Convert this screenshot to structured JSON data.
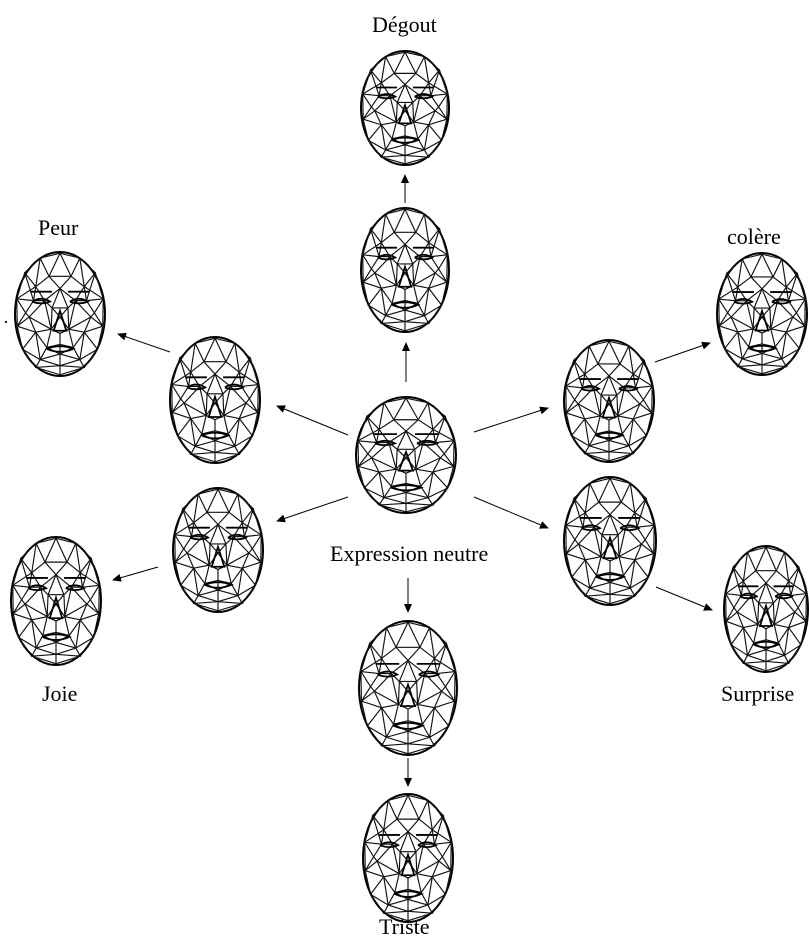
{
  "labels": {
    "disgust": "Dégout",
    "fear": "Peur",
    "anger": "colère",
    "neutral": "Expression neutre",
    "joy": "Joie",
    "surprise": "Surprise",
    "sad": "Triste"
  },
  "faces": [
    {
      "id": "face-neutral",
      "expression": "neutral"
    },
    {
      "id": "face-disgust-mid",
      "expression": "disgust"
    },
    {
      "id": "face-disgust-full",
      "expression": "disgust"
    },
    {
      "id": "face-fear-mid",
      "expression": "fear"
    },
    {
      "id": "face-fear-full",
      "expression": "fear"
    },
    {
      "id": "face-joy-mid",
      "expression": "joy"
    },
    {
      "id": "face-joy-full",
      "expression": "joy"
    },
    {
      "id": "face-anger-mid",
      "expression": "anger"
    },
    {
      "id": "face-anger-full",
      "expression": "anger"
    },
    {
      "id": "face-surprise-mid",
      "expression": "surprise"
    },
    {
      "id": "face-surprise-full",
      "expression": "surprise"
    },
    {
      "id": "face-sad-mid",
      "expression": "sad"
    },
    {
      "id": "face-sad-full",
      "expression": "sad"
    }
  ],
  "arrow_color": "#000000",
  "mesh_color": "#111111"
}
